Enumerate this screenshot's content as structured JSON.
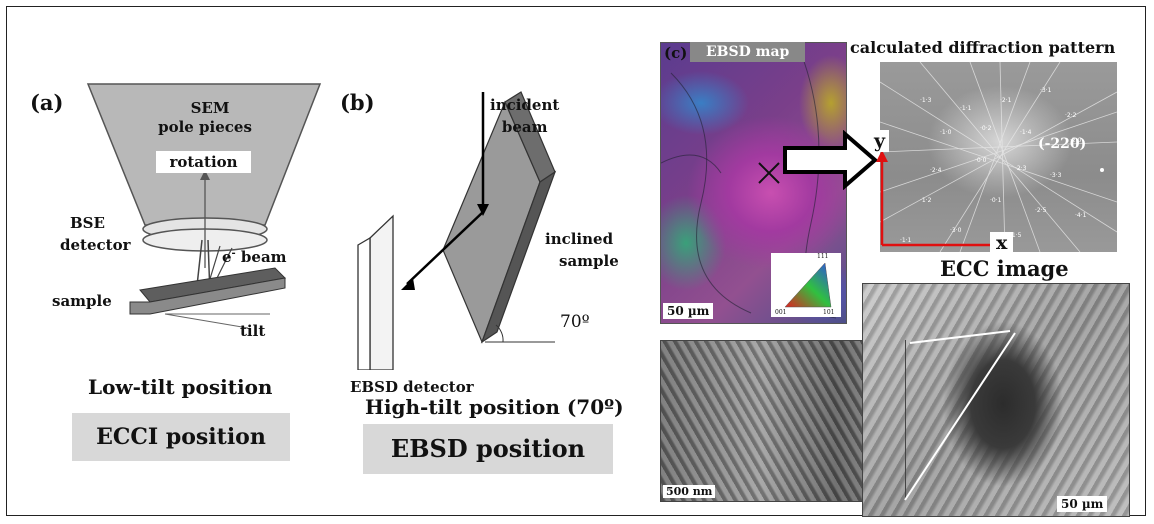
{
  "panel_a": {
    "label": "(a)",
    "sem_line1": "SEM",
    "sem_line2": "pole pieces",
    "rotation": "rotation",
    "bse_line1": "BSE",
    "bse_line2": "detector",
    "beam_prefix": "e",
    "beam_sup": "-",
    "beam_suffix": " beam",
    "sample": "sample",
    "tilt": "tilt",
    "position": "Low-tilt position",
    "box_label": "ECCI position"
  },
  "panel_b": {
    "label": "(b)",
    "incident_line1": "incident",
    "incident_line2": "beam",
    "inclined_line1": "inclined",
    "inclined_line2": "sample",
    "angle": "70º",
    "detector": "EBSD detector",
    "position": "High-tilt position (70º)",
    "box_label": "EBSD position"
  },
  "panel_c": {
    "label": "(c)",
    "ebsd_title": "EBSD map",
    "ebsd_scale": "50 µm",
    "diff_title": "calculated diffraction pattern",
    "diff_index": "(-220)",
    "axis_y": "y",
    "axis_x": "x",
    "ecc_title": "ECC image",
    "sem_scale_left": "500 nm",
    "sem_scale_right": "50 µm",
    "ipf_labels": [
      "111",
      "001",
      "101"
    ]
  },
  "colors": {
    "axis_red": "#e01010",
    "box_gray": "#d8d8d8"
  }
}
